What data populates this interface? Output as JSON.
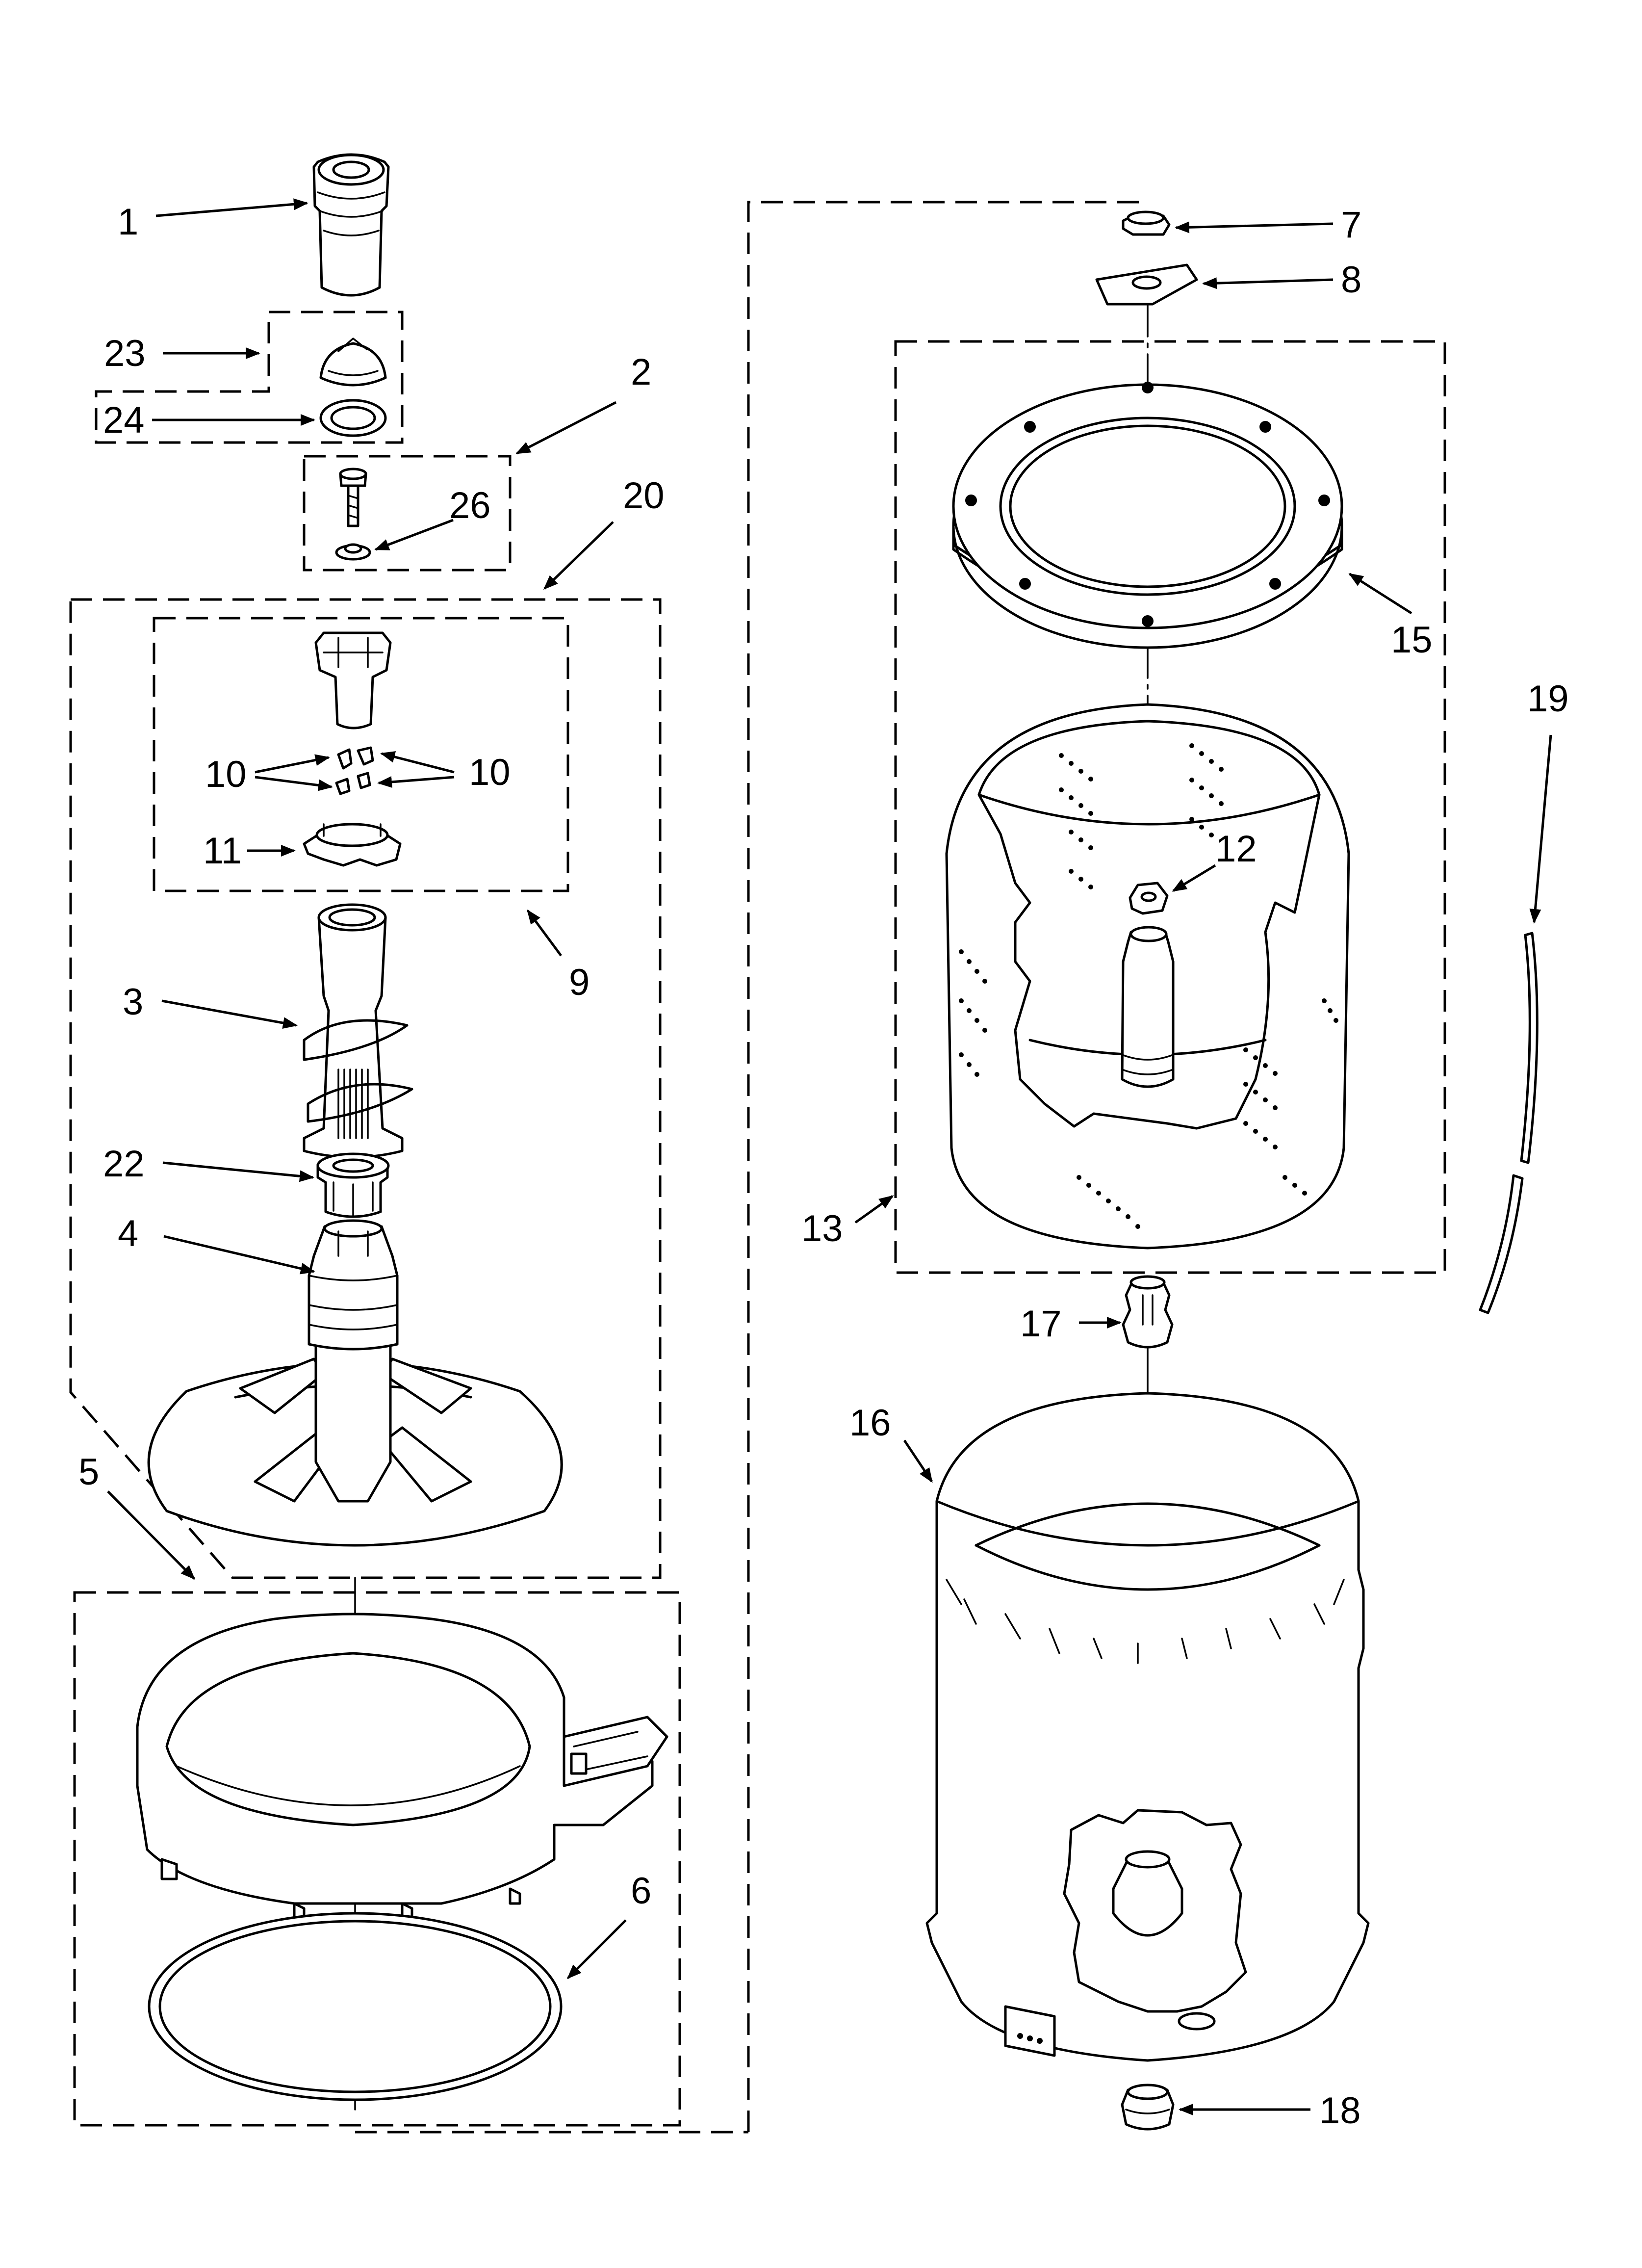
{
  "diagram": {
    "labels": [
      {
        "id": "1",
        "text": "1"
      },
      {
        "id": "2",
        "text": "2"
      },
      {
        "id": "3",
        "text": "3"
      },
      {
        "id": "4",
        "text": "4"
      },
      {
        "id": "5",
        "text": "5"
      },
      {
        "id": "6",
        "text": "6"
      },
      {
        "id": "7",
        "text": "7"
      },
      {
        "id": "8",
        "text": "8"
      },
      {
        "id": "9",
        "text": "9"
      },
      {
        "id": "10a",
        "text": "10"
      },
      {
        "id": "10b",
        "text": "10"
      },
      {
        "id": "11",
        "text": "11"
      },
      {
        "id": "12",
        "text": "12"
      },
      {
        "id": "13",
        "text": "13"
      },
      {
        "id": "15",
        "text": "15"
      },
      {
        "id": "16",
        "text": "16"
      },
      {
        "id": "17",
        "text": "17"
      },
      {
        "id": "18",
        "text": "18"
      },
      {
        "id": "19",
        "text": "19"
      },
      {
        "id": "20",
        "text": "20"
      },
      {
        "id": "22",
        "text": "22"
      },
      {
        "id": "23",
        "text": "23"
      },
      {
        "id": "24",
        "text": "24"
      },
      {
        "id": "26",
        "text": "26"
      }
    ]
  }
}
